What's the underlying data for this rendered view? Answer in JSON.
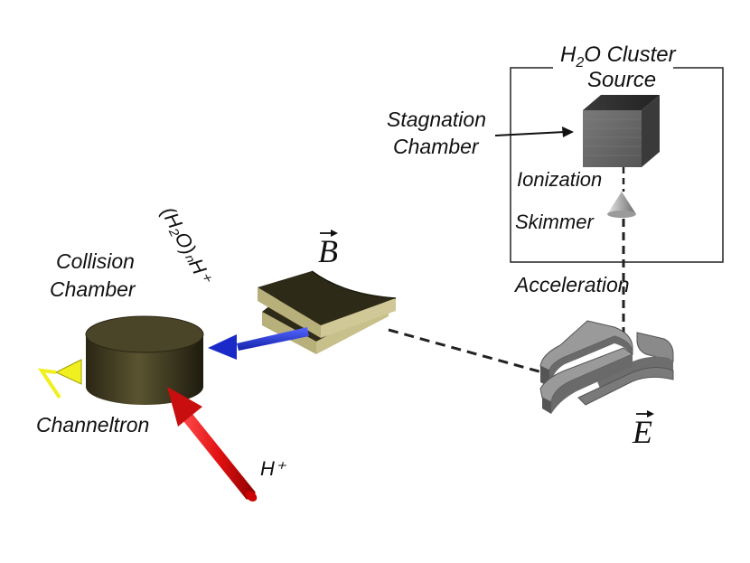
{
  "labels": {
    "source_line1": "H",
    "source_sub": "2",
    "source_line1_rest": "O Cluster",
    "source_line2": "Source",
    "stagnation_line1": "Stagnation",
    "stagnation_line2": "Chamber",
    "ionization": "Ionization",
    "skimmer": "Skimmer",
    "acceleration": "Acceleration",
    "b_field": "B",
    "e_field": "E",
    "collision_line1": "Collision",
    "collision_line2": "Chamber",
    "cluster_ion": "(H₂O)ₙH⁺",
    "channeltron": "Channeltron",
    "proton": "H⁺"
  },
  "colors": {
    "collision_chamber": "#4a4428",
    "magnet_top": "#2e2a18",
    "magnet_side": "#b8b07a",
    "cluster_ion_arrow": "#2233cc",
    "proton_arrow": "#e01010",
    "channeltron": "#f0f020",
    "electrostatic": "#7a7a7a"
  }
}
